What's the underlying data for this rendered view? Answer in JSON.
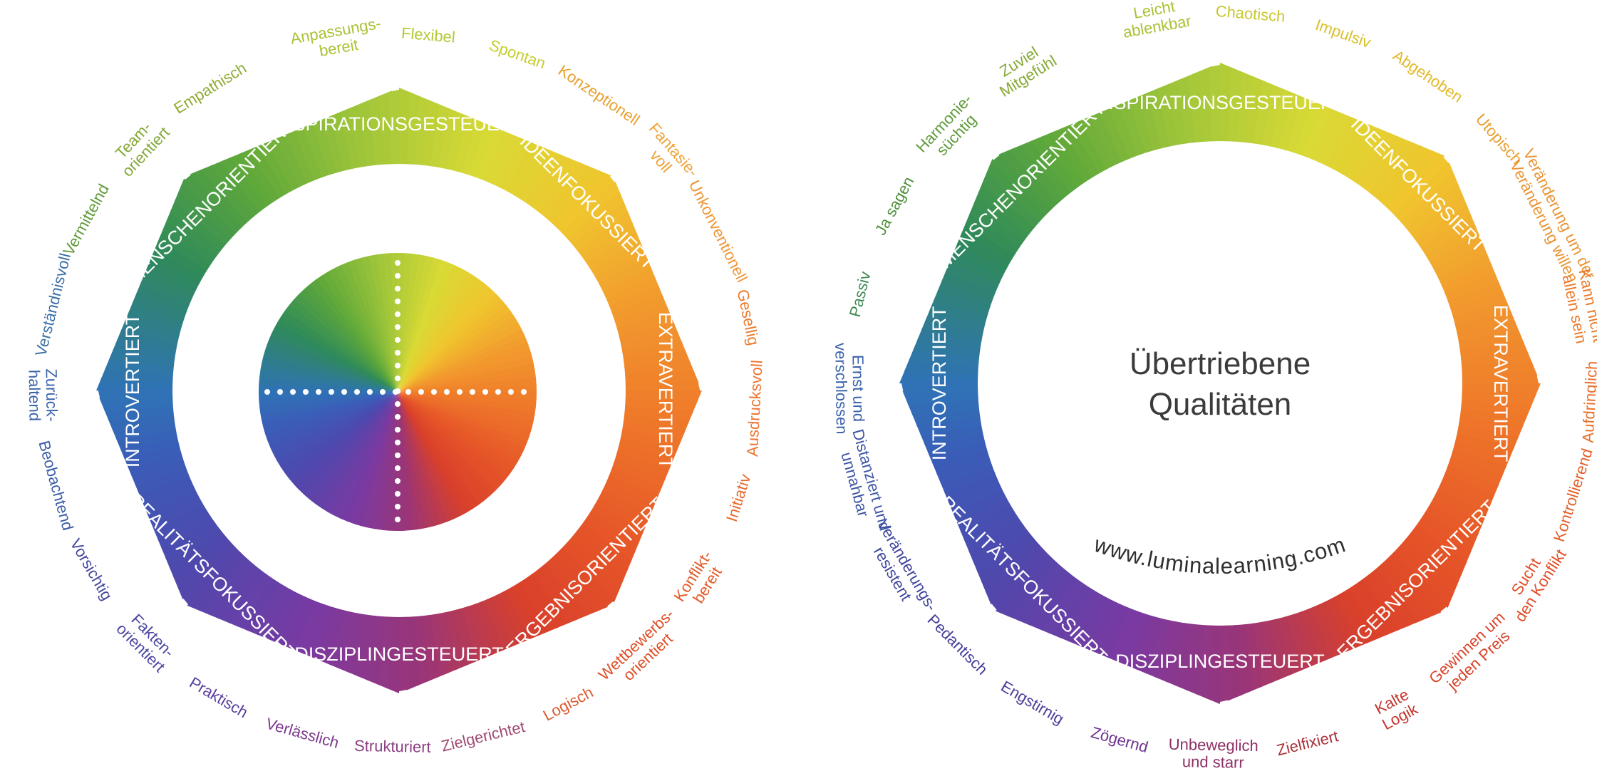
{
  "left_wheel": {
    "segments": [
      "INSPIRATIONSGESTEUERT",
      "IDEENFOKUSSIERT",
      "EXTRAVERTIERT",
      "ERGEBNISORIENTIERT",
      "DISZIPLINGESTEUERT",
      "REALITÄTSFOKUSSIERT",
      "INTROVERTIERT",
      "MENSCHENORIENTIERT"
    ],
    "qualities": [
      {
        "lines": [
          "Anpassungs-",
          "bereit"
        ],
        "color": "#a9c235"
      },
      {
        "lines": [
          "Flexibel"
        ],
        "color": "#b5c832"
      },
      {
        "lines": [
          "Spontan"
        ],
        "color": "#c6cd30"
      },
      {
        "lines": [
          "Konzeptionell"
        ],
        "color": "#e8a02e"
      },
      {
        "lines": [
          "Fantasie-",
          "voll"
        ],
        "color": "#eea236"
      },
      {
        "lines": [
          "Unkonventionell"
        ],
        "color": "#ee9535"
      },
      {
        "lines": [
          "Gesellig"
        ],
        "color": "#ec7a2c"
      },
      {
        "lines": [
          "Ausdrucksvoll"
        ],
        "color": "#ec7430"
      },
      {
        "lines": [
          "Initiativ"
        ],
        "color": "#e96a2d"
      },
      {
        "lines": [
          "Konflikt-",
          "bereit"
        ],
        "color": "#e35a29"
      },
      {
        "lines": [
          "Wettbewerbs-",
          "orientiert"
        ],
        "color": "#df4f27"
      },
      {
        "lines": [
          "Logisch"
        ],
        "color": "#dc5a31"
      },
      {
        "lines": [
          "Zielgerichtet"
        ],
        "color": "#a04a73"
      },
      {
        "lines": [
          "Strukturiert"
        ],
        "color": "#8b3f82"
      },
      {
        "lines": [
          "Verlässlich"
        ],
        "color": "#7b3a8c"
      },
      {
        "lines": [
          "Praktisch"
        ],
        "color": "#5a3f9c"
      },
      {
        "lines": [
          "Fakten-",
          "orientiert"
        ],
        "color": "#4b45a2"
      },
      {
        "lines": [
          "Vorsichtig"
        ],
        "color": "#45489f"
      },
      {
        "lines": [
          "Beobachtend"
        ],
        "color": "#3c5ea8"
      },
      {
        "lines": [
          "Zurück-",
          "haltend"
        ],
        "color": "#3d63ab"
      },
      {
        "lines": [
          "Verständnisvoll"
        ],
        "color": "#3b6fa7"
      },
      {
        "lines": [
          "Vermittelnd"
        ],
        "color": "#5f9a3a"
      },
      {
        "lines": [
          "Team-",
          "orientiert"
        ],
        "color": "#82a836"
      },
      {
        "lines": [
          "Empathisch"
        ],
        "color": "#8eac34"
      }
    ]
  },
  "right_wheel": {
    "segments": [
      "INSPIRATIONSGESTEUERT",
      "IDEENFOKUSSIERT",
      "EXTRAVERTIERT",
      "ERGEBNISORIENTIERT",
      "DISZIPLINGESTEUERT",
      "REALITÄTSFOKUSSIERT",
      "INTROVERTIERT",
      "MENSCHENORIENTIERT"
    ],
    "center_title": [
      "Übertriebene",
      "Qualitäten"
    ],
    "url": "www.luminalearning.com",
    "qualities": [
      {
        "lines": [
          "Leicht",
          "ablenkbar"
        ],
        "color": "#a9c235"
      },
      {
        "lines": [
          "Chaotisch"
        ],
        "color": "#c9c72f"
      },
      {
        "lines": [
          "Impulsiv"
        ],
        "color": "#d8c12b"
      },
      {
        "lines": [
          "Abgehoben"
        ],
        "color": "#e2b92a"
      },
      {
        "lines": [
          "Utopisch"
        ],
        "color": "#e8a02e"
      },
      {
        "lines": [
          "Veränderung um der",
          "Veränderung willen"
        ],
        "color": "#ea9433"
      },
      {
        "lines": [
          "Kann nicht",
          "allein sein"
        ],
        "color": "#ec7a2c"
      },
      {
        "lines": [
          "Aufdringlich"
        ],
        "color": "#ea702c"
      },
      {
        "lines": [
          "Kontrollierend"
        ],
        "color": "#e4602b"
      },
      {
        "lines": [
          "Sucht",
          "den Konflikt"
        ],
        "color": "#e04e27"
      },
      {
        "lines": [
          "Gewinnen um",
          "jeden Preis"
        ],
        "color": "#d9432a"
      },
      {
        "lines": [
          "Kalte",
          "Logik"
        ],
        "color": "#c4352e"
      },
      {
        "lines": [
          "Zielfixiert"
        ],
        "color": "#a8323a"
      },
      {
        "lines": [
          "Unbeweglich",
          "und starr"
        ],
        "color": "#8e2f66"
      },
      {
        "lines": [
          "Zögernd"
        ],
        "color": "#6d3490"
      },
      {
        "lines": [
          "Engstirnig"
        ],
        "color": "#4e3b98"
      },
      {
        "lines": [
          "Pedantisch"
        ],
        "color": "#433e99"
      },
      {
        "lines": [
          "Veränderungs-",
          "resistent"
        ],
        "color": "#3f449c"
      },
      {
        "lines": [
          "Distanziert und",
          "unnahbar"
        ],
        "color": "#3d55a4"
      },
      {
        "lines": [
          "Ernst und",
          "verschlossen"
        ],
        "color": "#3b62aa"
      },
      {
        "lines": [
          "Passiv"
        ],
        "color": "#3f8a55"
      },
      {
        "lines": [
          "Ja sagen"
        ],
        "color": "#4e8f3a"
      },
      {
        "lines": [
          "Harmonie-",
          "süchtig"
        ],
        "color": "#5f9a3a"
      },
      {
        "lines": [
          "Zuviel",
          "Mitgefühl"
        ],
        "color": "#86a935"
      }
    ]
  },
  "colors": {
    "green": "#7cb342",
    "yellow": "#f2dc2c",
    "orange": "#f08c2e",
    "red_orange": "#e8542a",
    "purple": "#7b3fa0",
    "blue_purple": "#4b4aa8",
    "blue": "#3a6fc0",
    "teal_green": "#3a8a4a"
  }
}
